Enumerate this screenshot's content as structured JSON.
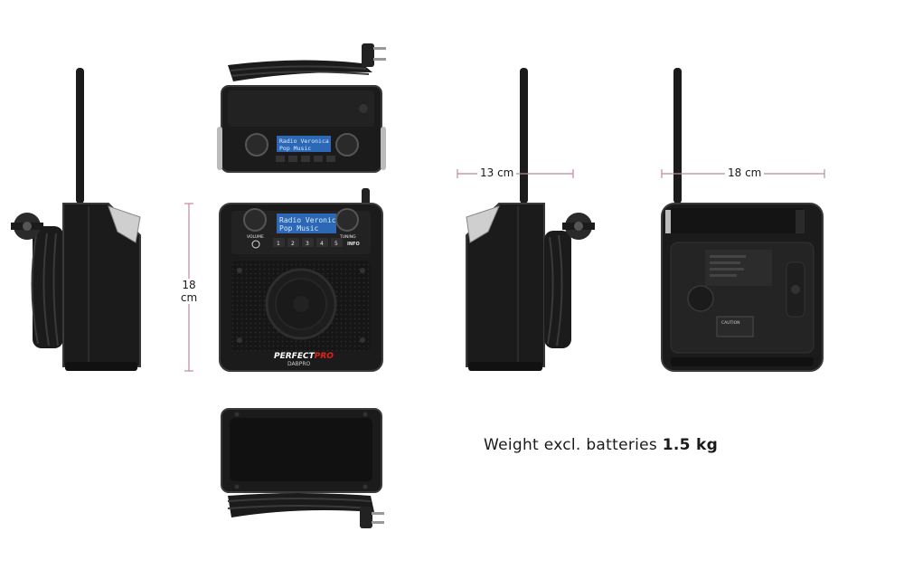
{
  "colors": {
    "dimension_line": "#c08a96",
    "device_body": "#1b1b1b",
    "device_edge": "#3a3a3a",
    "lcd_bg": "#2c68b5",
    "brand_red": "#e2231a"
  },
  "dimensions": {
    "depth": "13 cm",
    "width": "18 cm",
    "height_value": "18",
    "height_unit": "cm"
  },
  "weight": {
    "label": "Weight excl. batteries",
    "value": "1.5 kg"
  },
  "device": {
    "lcd_line1": "Radio Veronica",
    "lcd_line2": "Pop Music",
    "brand_prefix": "PERFECT",
    "brand_suffix": "PRO",
    "model": "DABPRO",
    "preset_buttons": [
      "1",
      "2",
      "3",
      "4",
      "5"
    ],
    "info_label": "INFO",
    "volume_label": "VOLUME",
    "tuning_label": "TUNING",
    "caution_label": "CAUTION"
  }
}
